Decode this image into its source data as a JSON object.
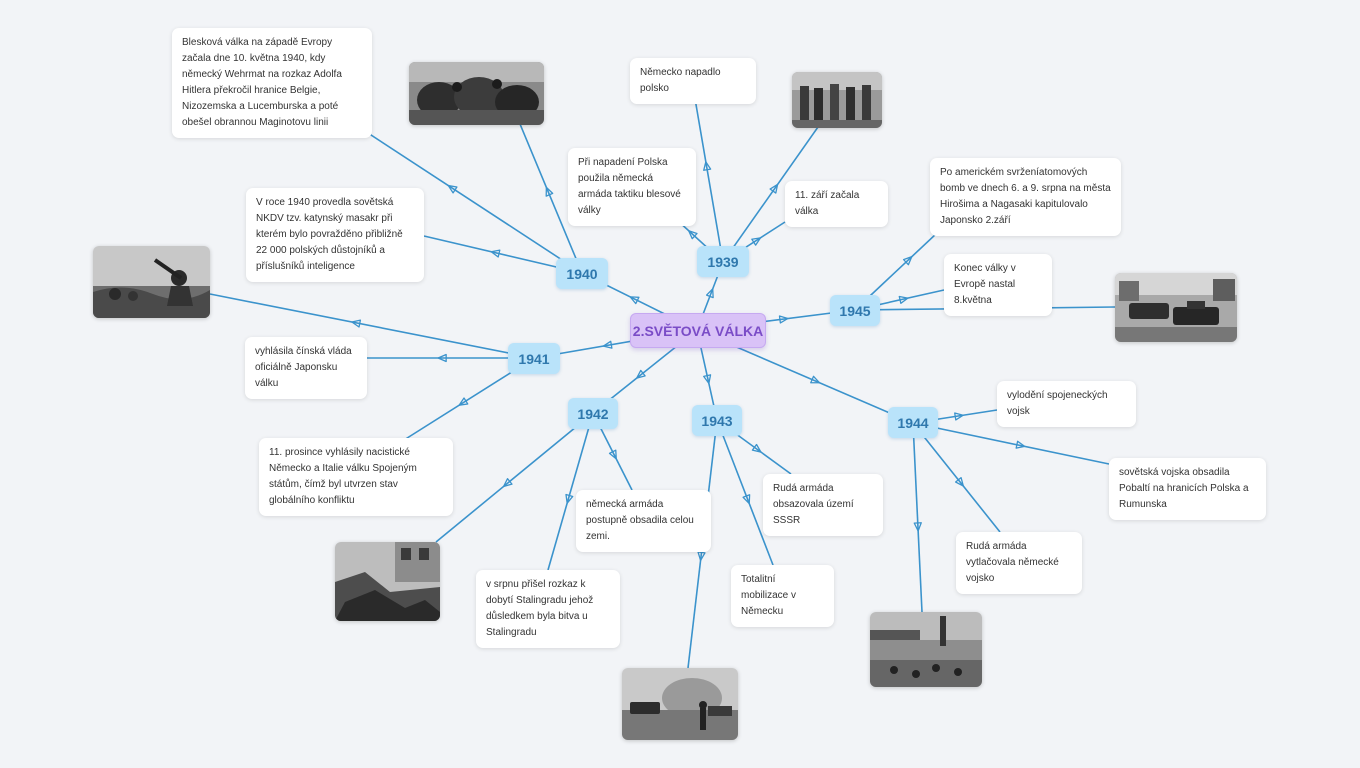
{
  "central_topic": "2.SVĚTOVÁ VÁLKA",
  "years": {
    "y1939": "1939",
    "y1940": "1940",
    "y1941": "1941",
    "y1942": "1942",
    "y1943": "1943",
    "y1944": "1944",
    "y1945": "1945"
  },
  "notes": {
    "n1940_blitz": "Blesková válka na západě Evropy začala dne 10. května 1940, kdy německý Wehrmat na rozkaz Adolfa Hitlera překročil hranice Belgie, Nizozemska a Lucemburska a poté obešel obrannou Maginotovu linii",
    "n1940_katyn": "V roce 1940 provedla sovětská  NKDV tzv. katynský masakr při kterém bylo povražděno přibližně 22 000 polských důstojníků  a příslušníků inteligence",
    "n1939_poland": "Německo napadlo polsko",
    "n1939_tactic": "Při napadení Polska použila německá armáda taktiku blesové války",
    "n1939_start": "11. září začala válka",
    "n1945_bombs": "Po americkém svrženíatomových bomb ve dnech 6. a 9. srpna na města Hirošima a Nagasaki kapitulovalo Japonsko 2.září",
    "n1945_end": "Konec války v Evropě nastal 8.května",
    "n1941_china": "vyhlásila čínská vláda oficiálně Japonsku válku",
    "n1941_usa": "11. prosince vyhlásily nacistické Německo a Italie válku Spojeným státům, čímž byl utvrzen stav globálního konfliktu",
    "n1942_occupy": "německá armáda postupně obsadila celou zemi.",
    "n1942_stalingrad": "v srpnu přišel rozkaz k dobytí Stalingradu jehož důsledkem byla bitva u Stalingradu",
    "n1943_red_army": "Rudá armáda obsazovala území SSSR",
    "n1943_mobilization": "Totalitní mobilizace v Německu",
    "n1944_landing": "vylodění spojeneckých vojsk",
    "n1944_baltic": "sovětská vojska obsadila Pobaltí na hranicích Polska a Rumunska",
    "n1944_pushback": "Rudá armáda vytlačovala německé vojsko"
  },
  "colors": {
    "background": "#f2f4f7",
    "line": "#3b93cc",
    "year_fill": "#b9e3fa",
    "year_text": "#2f78ad",
    "central_fill": "#d9c2f7",
    "central_text": "#7a4cc7"
  },
  "icons": {
    "photo": "black-and-white-war-photo"
  }
}
